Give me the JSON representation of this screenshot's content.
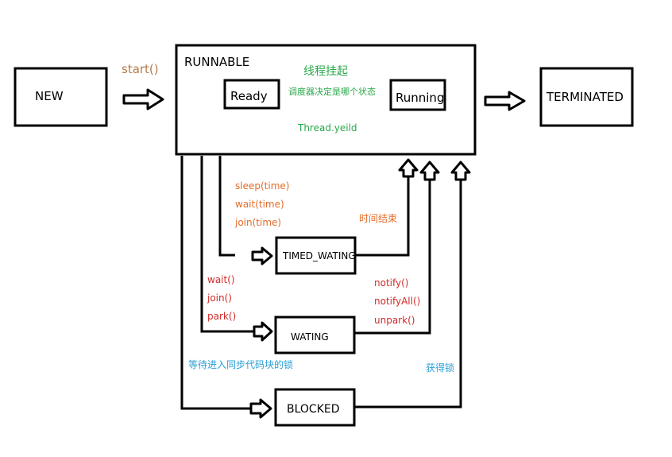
{
  "states": {
    "new": "NEW",
    "runnable": "RUNNABLE",
    "ready": "Ready",
    "running": "Running",
    "terminated": "TERMINATED",
    "timed_waiting": "TIMED_WATING",
    "waiting": "WATING",
    "blocked": "BLOCKED"
  },
  "transitions": {
    "start": "start()",
    "suspend": "线程挂起",
    "scheduler": "调度器决定是哪个状态",
    "yield": "Thread.yeild",
    "timed": [
      "sleep(time)",
      "wait(time)",
      "join(time)"
    ],
    "timeout": "时间结束",
    "wait": [
      "wait()",
      "join()",
      "park()"
    ],
    "notify": [
      "notify()",
      "notifyAll()",
      "unpark()"
    ],
    "enter_sync": "等待进入同步代码块的锁",
    "acquire_lock": "获得锁"
  },
  "colors": {
    "orange": "#e36c2a",
    "red": "#d22a2a",
    "green": "#2aa84a",
    "blue": "#2a9fd6",
    "brown": "#b57a4a"
  }
}
